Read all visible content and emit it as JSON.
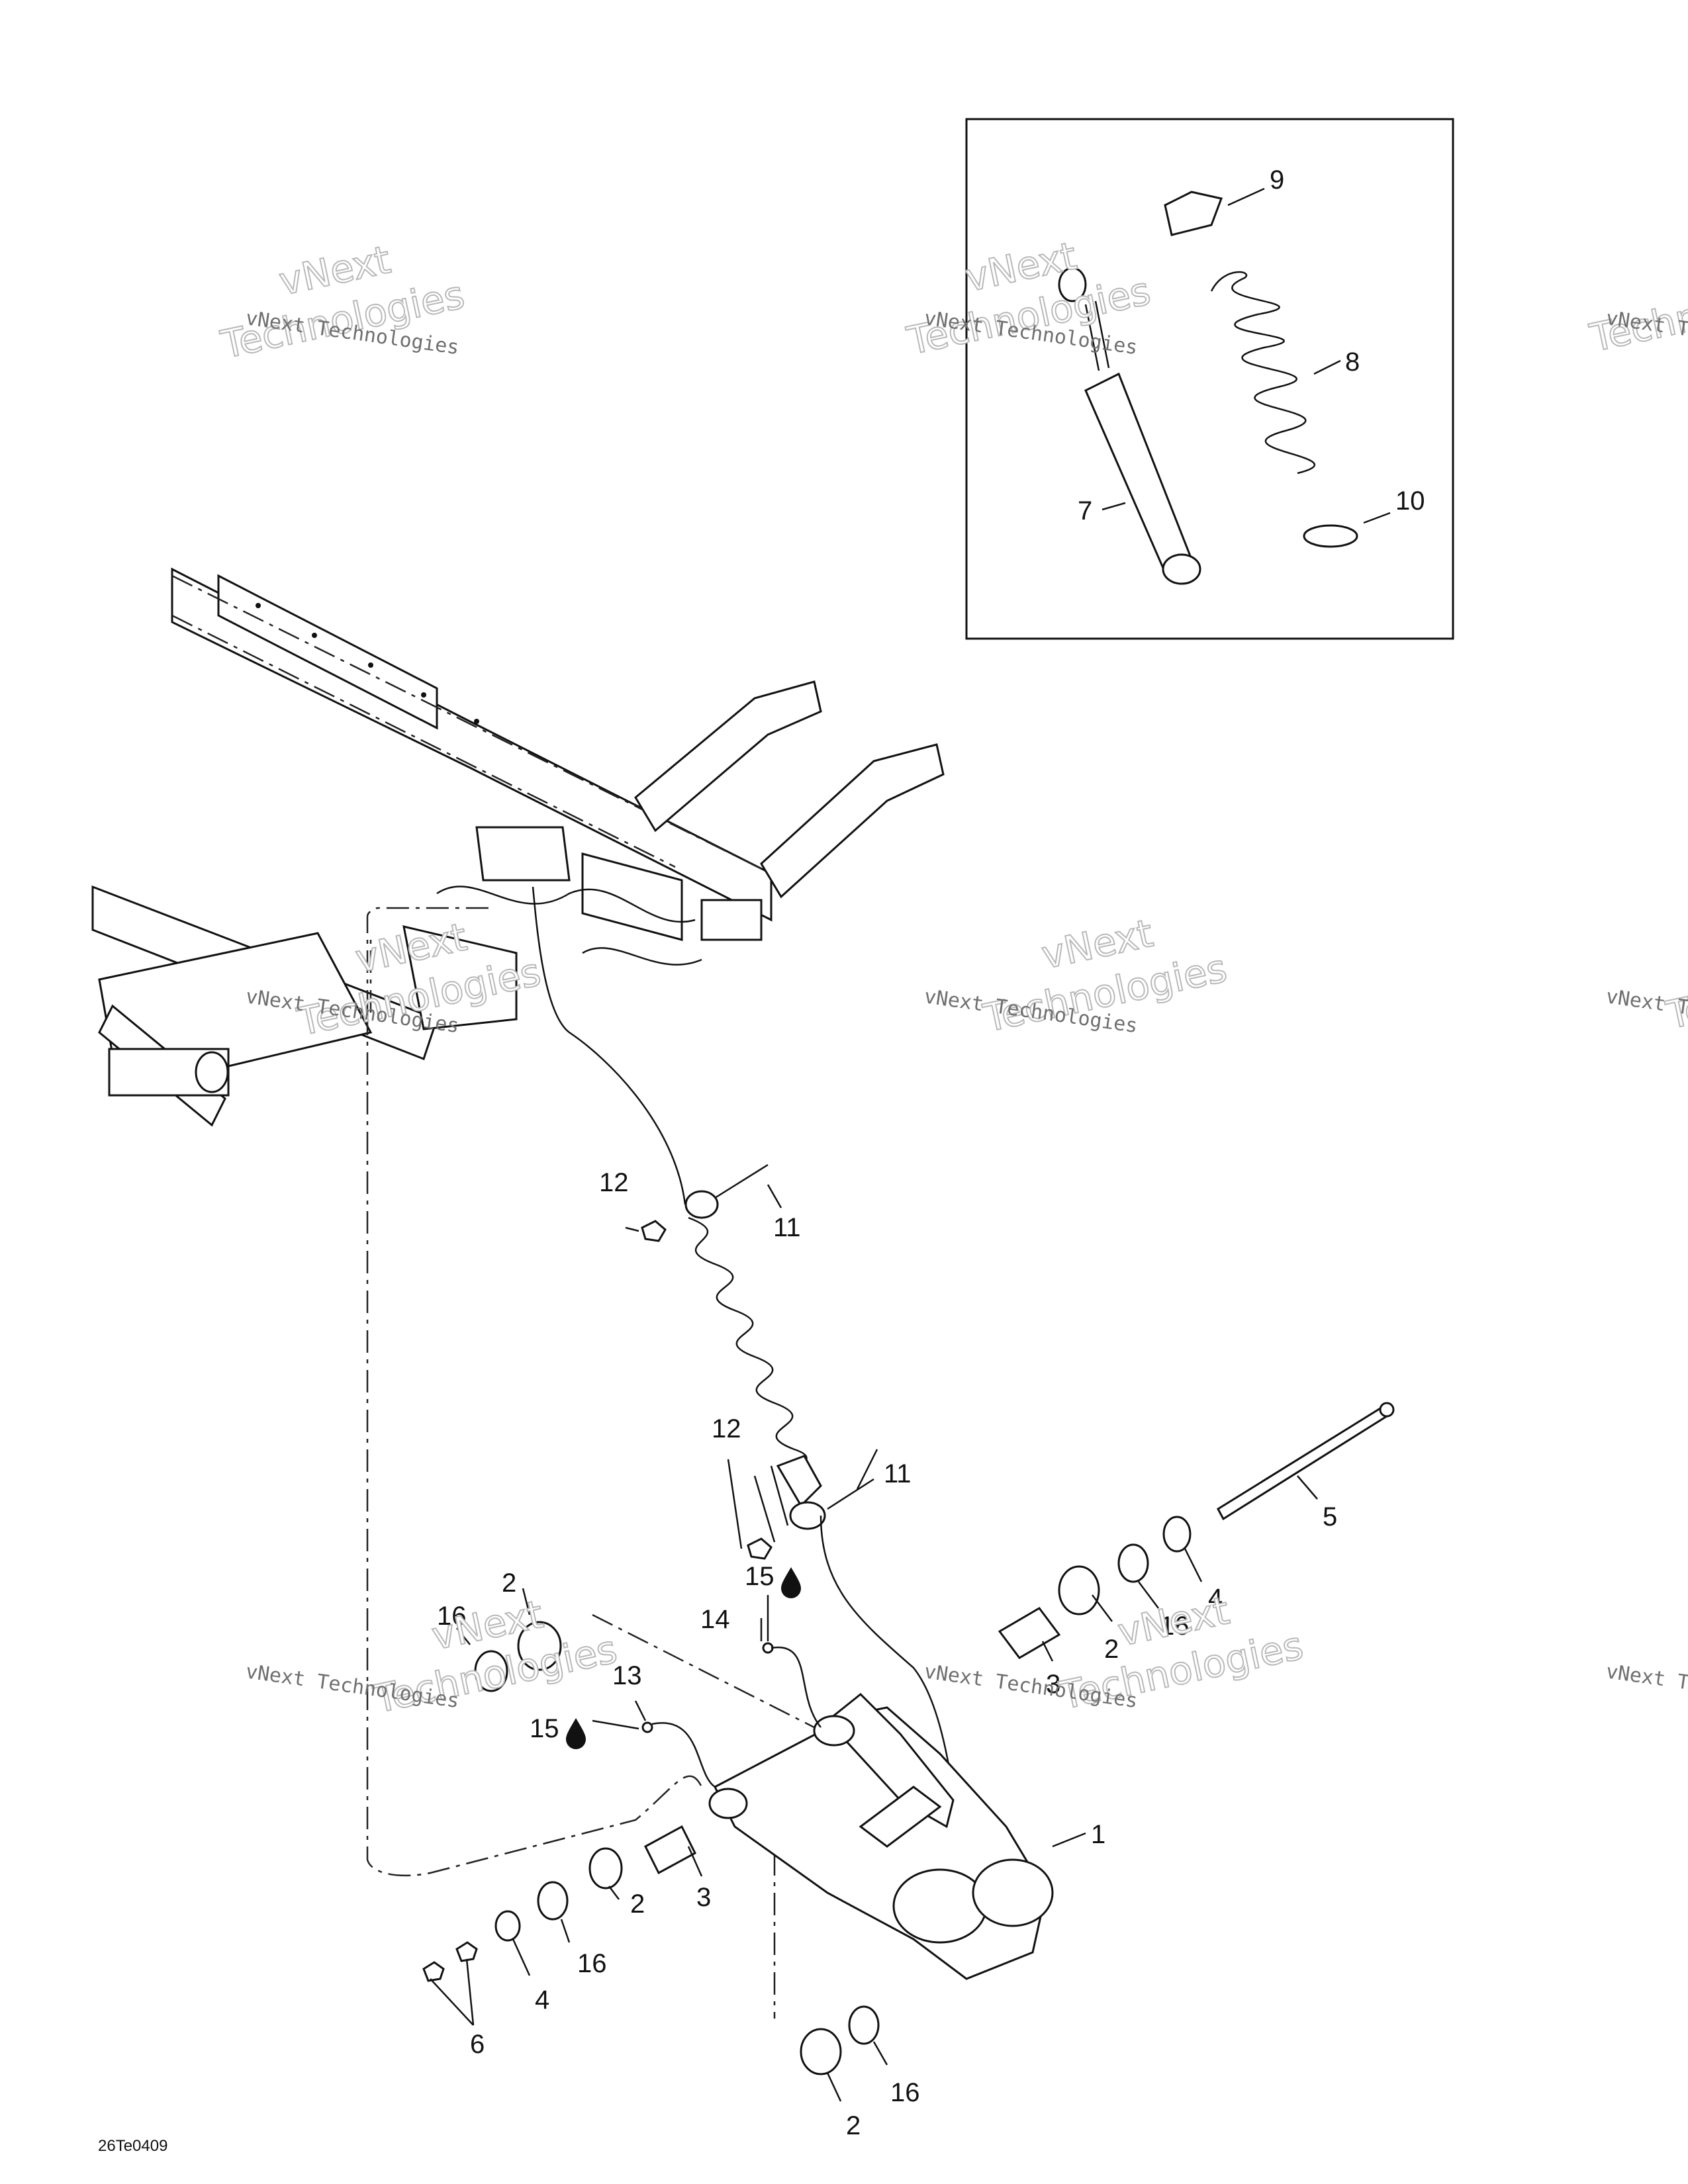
{
  "diagram_code": "26Te0409",
  "watermark": {
    "small": "vNext Technologies",
    "large": "Technologies",
    "overlay": "vNext"
  },
  "callouts": [
    "1",
    "2",
    "3",
    "4",
    "5",
    "6",
    "7",
    "8",
    "9",
    "10",
    "11",
    "12",
    "13",
    "14",
    "15",
    "16"
  ],
  "colors": {
    "line": "#111111",
    "watermark": "#b9b9b9",
    "background": "#ffffff"
  }
}
